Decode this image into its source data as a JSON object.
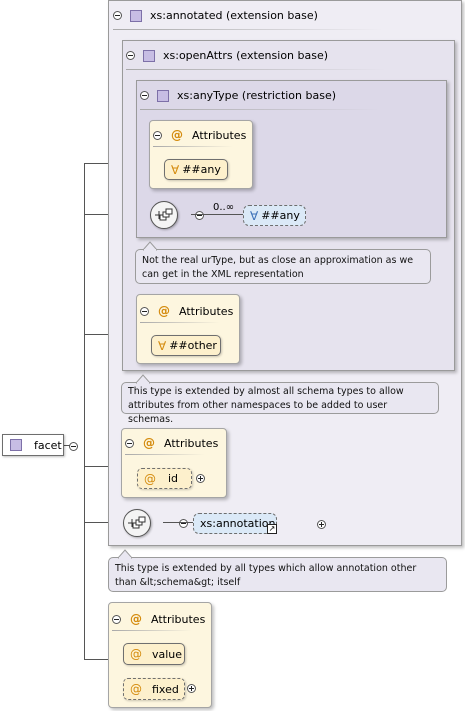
{
  "root": {
    "label": "facet"
  },
  "annotated": {
    "title": "xs:annotated (extension base)"
  },
  "openAttrs": {
    "title": "xs:openAttrs (extension base)"
  },
  "anyType": {
    "title": "xs:anyType (restriction base)"
  },
  "anyType_attrs": {
    "title": "Attributes",
    "wildcard": "##any"
  },
  "anyType_seq": {
    "cardinality": "0..∞",
    "element": "##any"
  },
  "anyType_note": "Not the real urType, but as close an approximation as we can get in the XML representation",
  "openAttrs_attrs": {
    "title": "Attributes",
    "wildcard": "##other"
  },
  "openAttrs_note": "This type is extended by almost all schema types to allow attributes from other namespaces to be added to user schemas.",
  "annotated_attrs": {
    "title": "Attributes",
    "items": [
      "id"
    ]
  },
  "annotated_seq": {
    "element": "xs:annotation"
  },
  "annotated_note": "This type is extended by all types which allow annotation other than &lt;schema&gt; itself",
  "facet_attrs": {
    "title": "Attributes",
    "items": [
      "value",
      "fixed"
    ]
  },
  "colors": {
    "attribute_fill": "#fdf0cc",
    "element_fill": "#dbe9f7",
    "type_panel": "#e6e3ee",
    "accent": "#d48a0c"
  }
}
